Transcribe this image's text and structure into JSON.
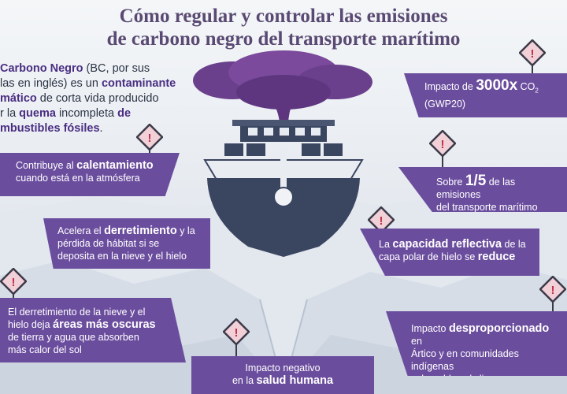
{
  "title": {
    "line1": "Cómo regular y controlar las emisiones",
    "line2": "de carbono negro del transporte marítimo"
  },
  "intro": {
    "p1": "Carbono Negro",
    "p2": " (BC, por sus ",
    "p3": "las en inglés) es un ",
    "p4": "contaminante",
    "p5": "mático",
    "p6": " de corta vida producido",
    "p7": "r la ",
    "p8": "quema",
    "p9": " incompleta ",
    "p10": "de",
    "p11": "mbustibles fósiles",
    "p12": "."
  },
  "boxes": {
    "calentamiento": {
      "a": "Contribuye al ",
      "b": "calentamiento",
      "c": "cuando está en la atmósfera"
    },
    "derretimiento": {
      "a": "Acelera el ",
      "b": "derretimiento",
      "c": " y la",
      "d": "pérdida de hábitat si se",
      "e": "deposita en la nieve y el hielo"
    },
    "oscuras": {
      "a": "El derretimiento de la nieve y el",
      "b": "hielo deja ",
      "c": "áreas más oscuras",
      "d": "de tierra y agua que absorben",
      "e": "más calor del sol"
    },
    "salud": {
      "a": "Impacto negativo",
      "b": "en la ",
      "c": "salud humana"
    },
    "impacto3000": {
      "a": "Impacto de ",
      "b": "3000x",
      "c": " CO",
      "d": "2",
      "e": "(GWP20)"
    },
    "quinto": {
      "a": "Sobre ",
      "b": "1/5",
      "c": " de las emisiones",
      "d": "del transporte marítimo"
    },
    "reflectiva": {
      "a": "La ",
      "b": "capacidad reflectiva",
      "c": " de la",
      "d": "capa polar de hielo se ",
      "e": "reduce"
    },
    "artico": {
      "a": "Impacto ",
      "b": "desproporcionado",
      "c": " en",
      "d": "Ártico y en comunidades indígenas",
      "e": "vulnerables al clima"
    }
  },
  "colors": {
    "accent": "#6b4d9e",
    "title": "#5a4a73",
    "ship": "#3a4560",
    "smoke": "#6a3f8c",
    "sign": "#f2d0d8"
  },
  "icons": {
    "warning": "warning-sign-icon",
    "ship": "ship-illustration",
    "smoke": "smoke-cloud"
  }
}
